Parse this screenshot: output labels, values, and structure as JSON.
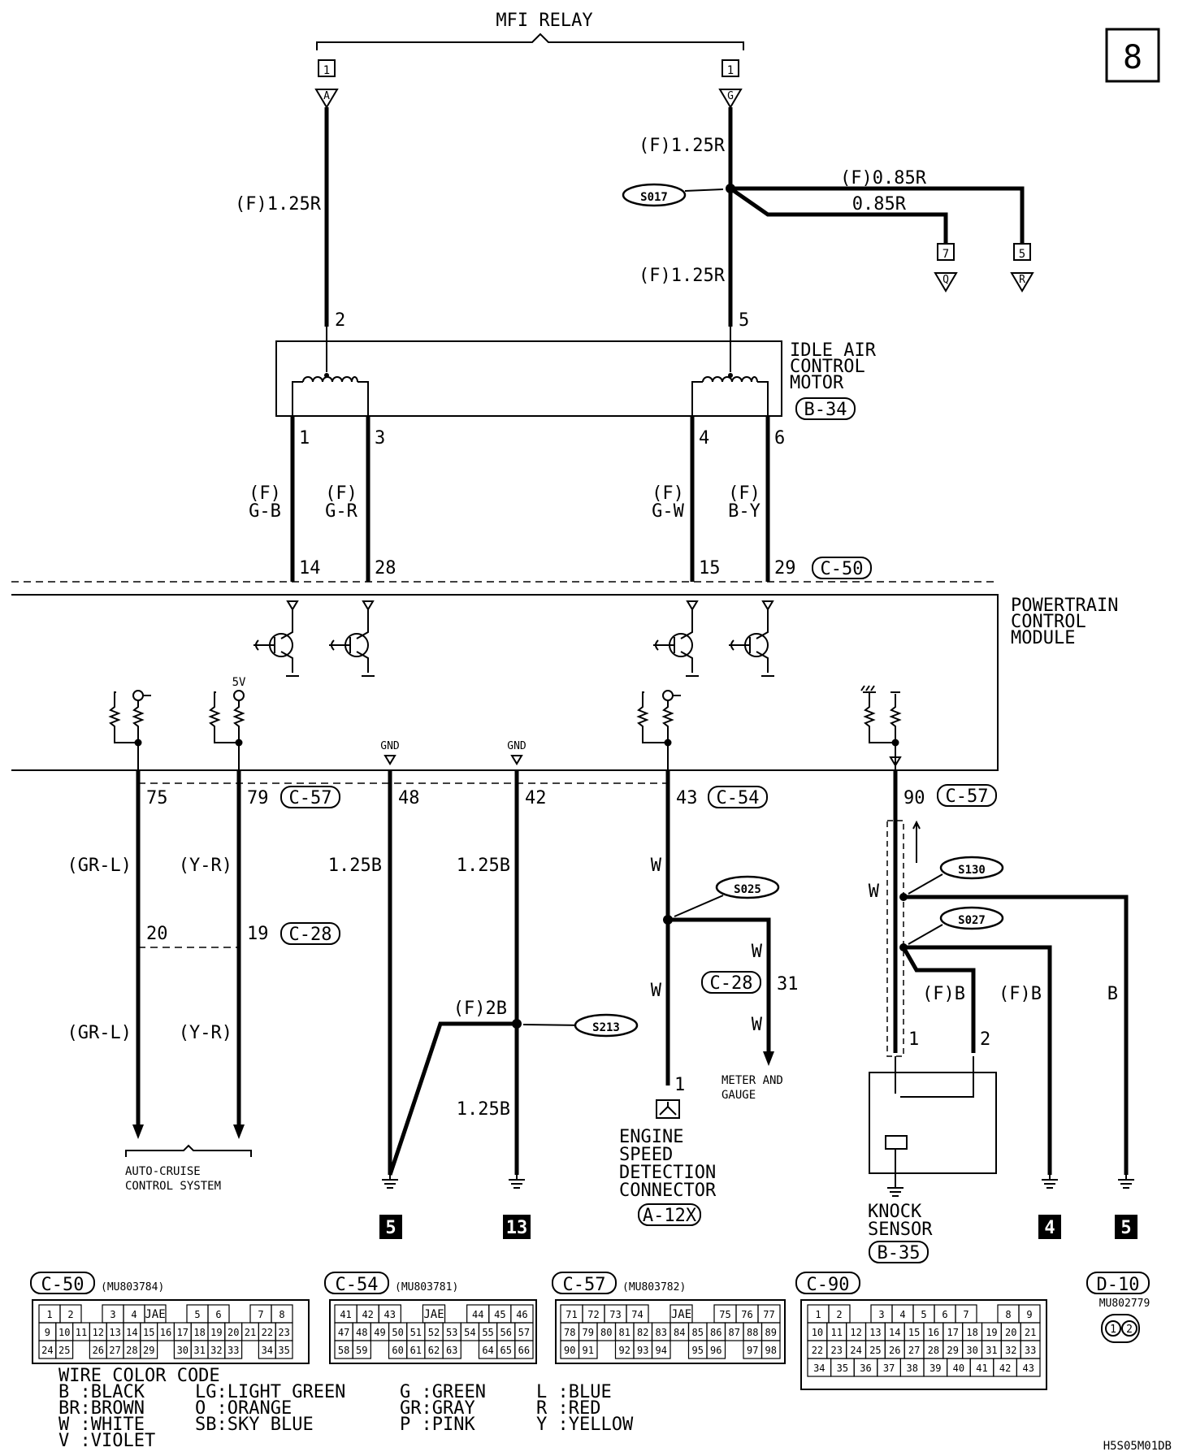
{
  "page_number": "8",
  "diagram_code": "H5S05M01DB",
  "mfi_relay": {
    "title": "MFI RELAY",
    "pin_left": "1",
    "conn_left": "A",
    "pin_right": "1",
    "conn_right": "G"
  },
  "wires": {
    "relay_to_iac_left": "(F)1.25R",
    "relay_to_splice": "(F)1.25R",
    "splice_to_iac": "(F)1.25R",
    "splice_to_q": "0.85R",
    "splice_to_r": "(F)0.85R",
    "pcm14": "G-B",
    "pcm28": "G-R",
    "pcm15": "G-W",
    "pcm29": "B-Y",
    "f_mark": "(F)",
    "pcm75": "(GR-L)",
    "pcm79": "(Y-R)",
    "pcm48": "1.25B",
    "pcm42": "1.25B",
    "pcm42_lower": "1.25B",
    "s213_branch": "(F)2B",
    "pcm43": "W",
    "s025_down": "W",
    "s025_branch": "W",
    "meter_w": "W",
    "ks_w": "W",
    "ks_fb1": "(F)B",
    "ks_fb2": "(F)B",
    "ks_b": "B"
  },
  "splices": {
    "s017": "S017",
    "s025": "S025",
    "s130": "S130",
    "s027": "S027",
    "s213": "S213"
  },
  "off_page": {
    "q_pin": "7",
    "q_conn": "Q",
    "r_pin": "5",
    "r_conn": "R"
  },
  "iac_motor": {
    "name_1": "IDLE AIR",
    "name_2": "CONTROL",
    "name_3": "MOTOR",
    "connector": "B-34",
    "pin_2": "2",
    "pin_5": "5",
    "pin_1": "1",
    "pin_3": "3",
    "pin_4": "4",
    "pin_6": "6"
  },
  "pcm": {
    "name_1": "POWERTRAIN",
    "name_2": "CONTROL",
    "name_3": "MODULE",
    "pin_14": "14",
    "pin_28": "28",
    "pin_15": "15",
    "pin_29": "29",
    "conn_c50": "C-50",
    "pin_75": "75",
    "pin_79": "79",
    "conn_c57": "C-57",
    "pin_48": "48",
    "pin_42": "42",
    "pin_43": "43",
    "conn_c54": "C-54",
    "pin_90": "90",
    "conn_c57b": "C-57",
    "v5": "5V",
    "gnd_1": "GND",
    "gnd_2": "GND"
  },
  "c28": {
    "pin_20": "20",
    "pin_19": "19",
    "conn": "C-28",
    "pin_31": "31",
    "conn_b": "C-28"
  },
  "targets": {
    "auto_cruise_1": "AUTO-CRUISE",
    "auto_cruise_2": "CONTROL SYSTEM",
    "meter_1": "METER AND",
    "meter_2": "GAUGE",
    "esdc_1": "ENGINE",
    "esdc_2": "SPEED",
    "esdc_3": "DETECTION",
    "esdc_4": "CONNECTOR",
    "esdc_conn": "A-12X",
    "esdc_pin": "1"
  },
  "knock_sensor": {
    "name_1": "KNOCK",
    "name_2": "SENSOR",
    "connector": "B-35",
    "pin_1": "1",
    "pin_2": "2"
  },
  "grounds": {
    "g1": "5",
    "g2": "13",
    "g3": "4",
    "g4": "5"
  },
  "connector_tables": {
    "c50": {
      "id": "C-50",
      "part": "(MU803784)",
      "row1": [
        "1",
        "2",
        "",
        "3",
        "4",
        "JAE",
        "",
        "5",
        "6",
        "",
        "7",
        "8"
      ],
      "row2": [
        "9",
        "10",
        "11",
        "12",
        "13",
        "14",
        "15",
        "16",
        "17",
        "18",
        "19",
        "20",
        "21",
        "22",
        "23"
      ],
      "row3": [
        "24",
        "25",
        "",
        "26",
        "27",
        "28",
        "29",
        "",
        "30",
        "31",
        "32",
        "33",
        "",
        "34",
        "35"
      ]
    },
    "c54": {
      "id": "C-54",
      "part": "(MU803781)",
      "row1": [
        "41",
        "42",
        "43",
        "",
        "JAE",
        "",
        "44",
        "45",
        "46"
      ],
      "row2": [
        "47",
        "48",
        "49",
        "50",
        "51",
        "52",
        "53",
        "54",
        "55",
        "56",
        "57"
      ],
      "row3": [
        "58",
        "59",
        "",
        "60",
        "61",
        "62",
        "63",
        "",
        "64",
        "65",
        "66"
      ]
    },
    "c57": {
      "id": "C-57",
      "part": "(MU803782)",
      "row1": [
        "71",
        "72",
        "73",
        "74",
        "",
        "JAE",
        "",
        "75",
        "76",
        "77"
      ],
      "row2": [
        "78",
        "79",
        "80",
        "81",
        "82",
        "83",
        "84",
        "85",
        "86",
        "87",
        "88",
        "89"
      ],
      "row3": [
        "90",
        "91",
        "",
        "92",
        "93",
        "94",
        "",
        "95",
        "96",
        "",
        "97",
        "98"
      ]
    },
    "c90": {
      "id": "C-90",
      "row1": [
        "1",
        "2",
        "",
        "3",
        "4",
        "5",
        "6",
        "7",
        "",
        "8",
        "9"
      ],
      "row2": [
        "10",
        "11",
        "12",
        "13",
        "14",
        "15",
        "16",
        "17",
        "18",
        "19",
        "20",
        "21"
      ],
      "row3": [
        "22",
        "23",
        "24",
        "25",
        "26",
        "27",
        "28",
        "29",
        "30",
        "31",
        "32",
        "33"
      ],
      "row4": [
        "34",
        "35",
        "36",
        "37",
        "38",
        "39",
        "40",
        "41",
        "42",
        "43"
      ]
    },
    "d10": {
      "id": "D-10",
      "part": "MU802779",
      "pins": [
        "1",
        "2"
      ]
    }
  },
  "color_code": {
    "title": "WIRE COLOR CODE",
    "col1": [
      "B  :BLACK",
      "BR:BROWN",
      "W  :WHITE",
      "V  :VIOLET"
    ],
    "col2": [
      "LG:LIGHT GREEN",
      "O  :ORANGE",
      "SB:SKY BLUE"
    ],
    "col3": [
      "G  :GREEN",
      "GR:GRAY",
      "P  :PINK"
    ],
    "col4": [
      "L  :BLUE",
      "R  :RED",
      "Y  :YELLOW"
    ]
  }
}
